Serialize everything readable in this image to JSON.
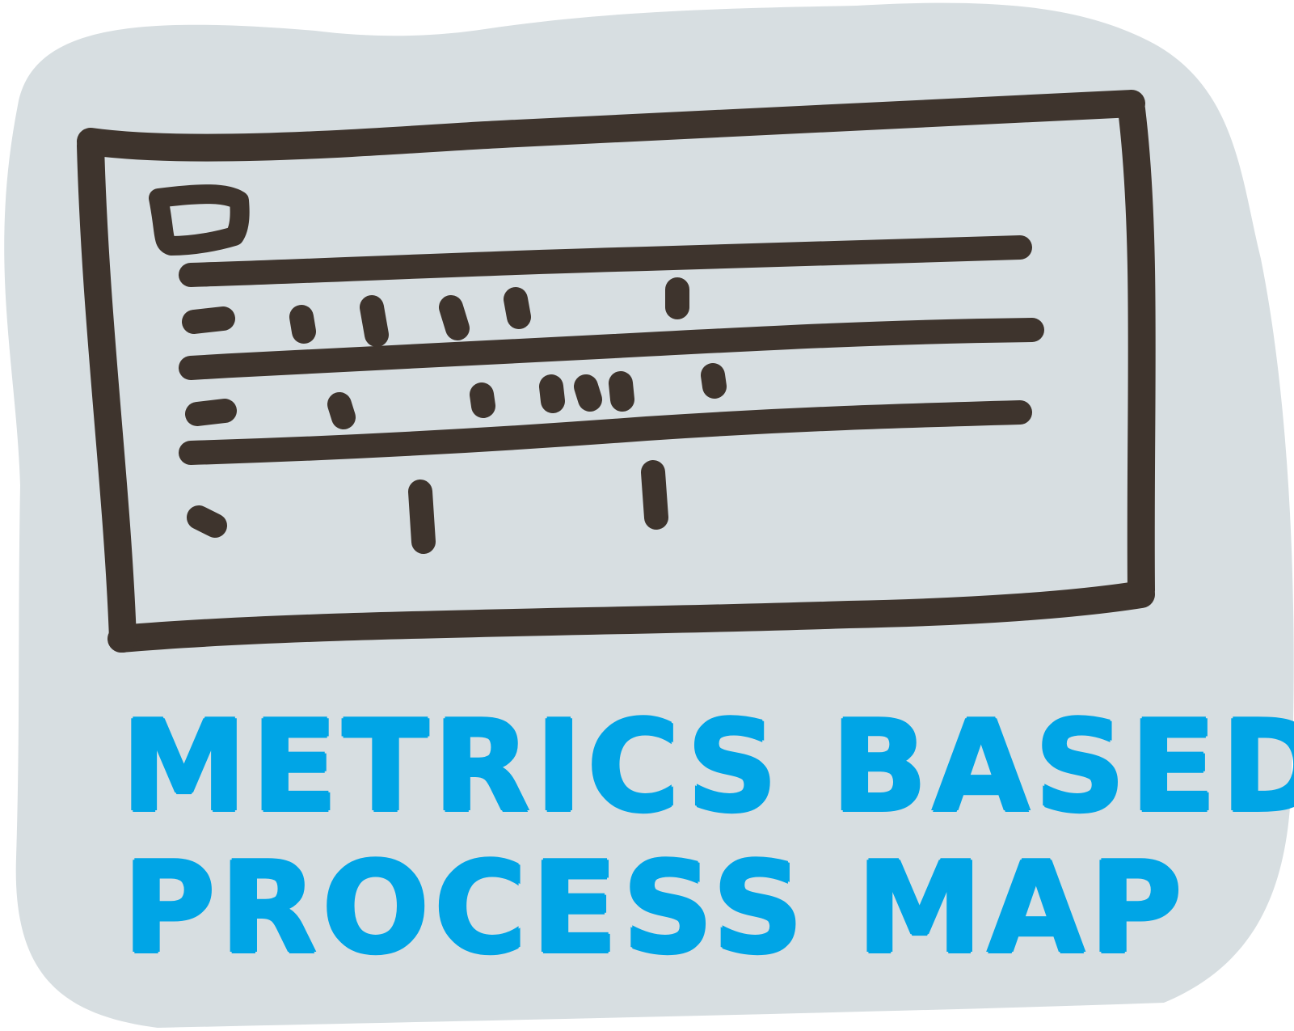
{
  "illustration": {
    "subject": "hand-drawn-process-map-table",
    "icon": "table-grid-icon",
    "colors": {
      "blob_background": "#d7dee1",
      "ink": "#3e342d",
      "caption": "#00a5e6"
    }
  },
  "caption": {
    "line1": "METRICS BASED",
    "line2": "PROCESS MAP"
  }
}
